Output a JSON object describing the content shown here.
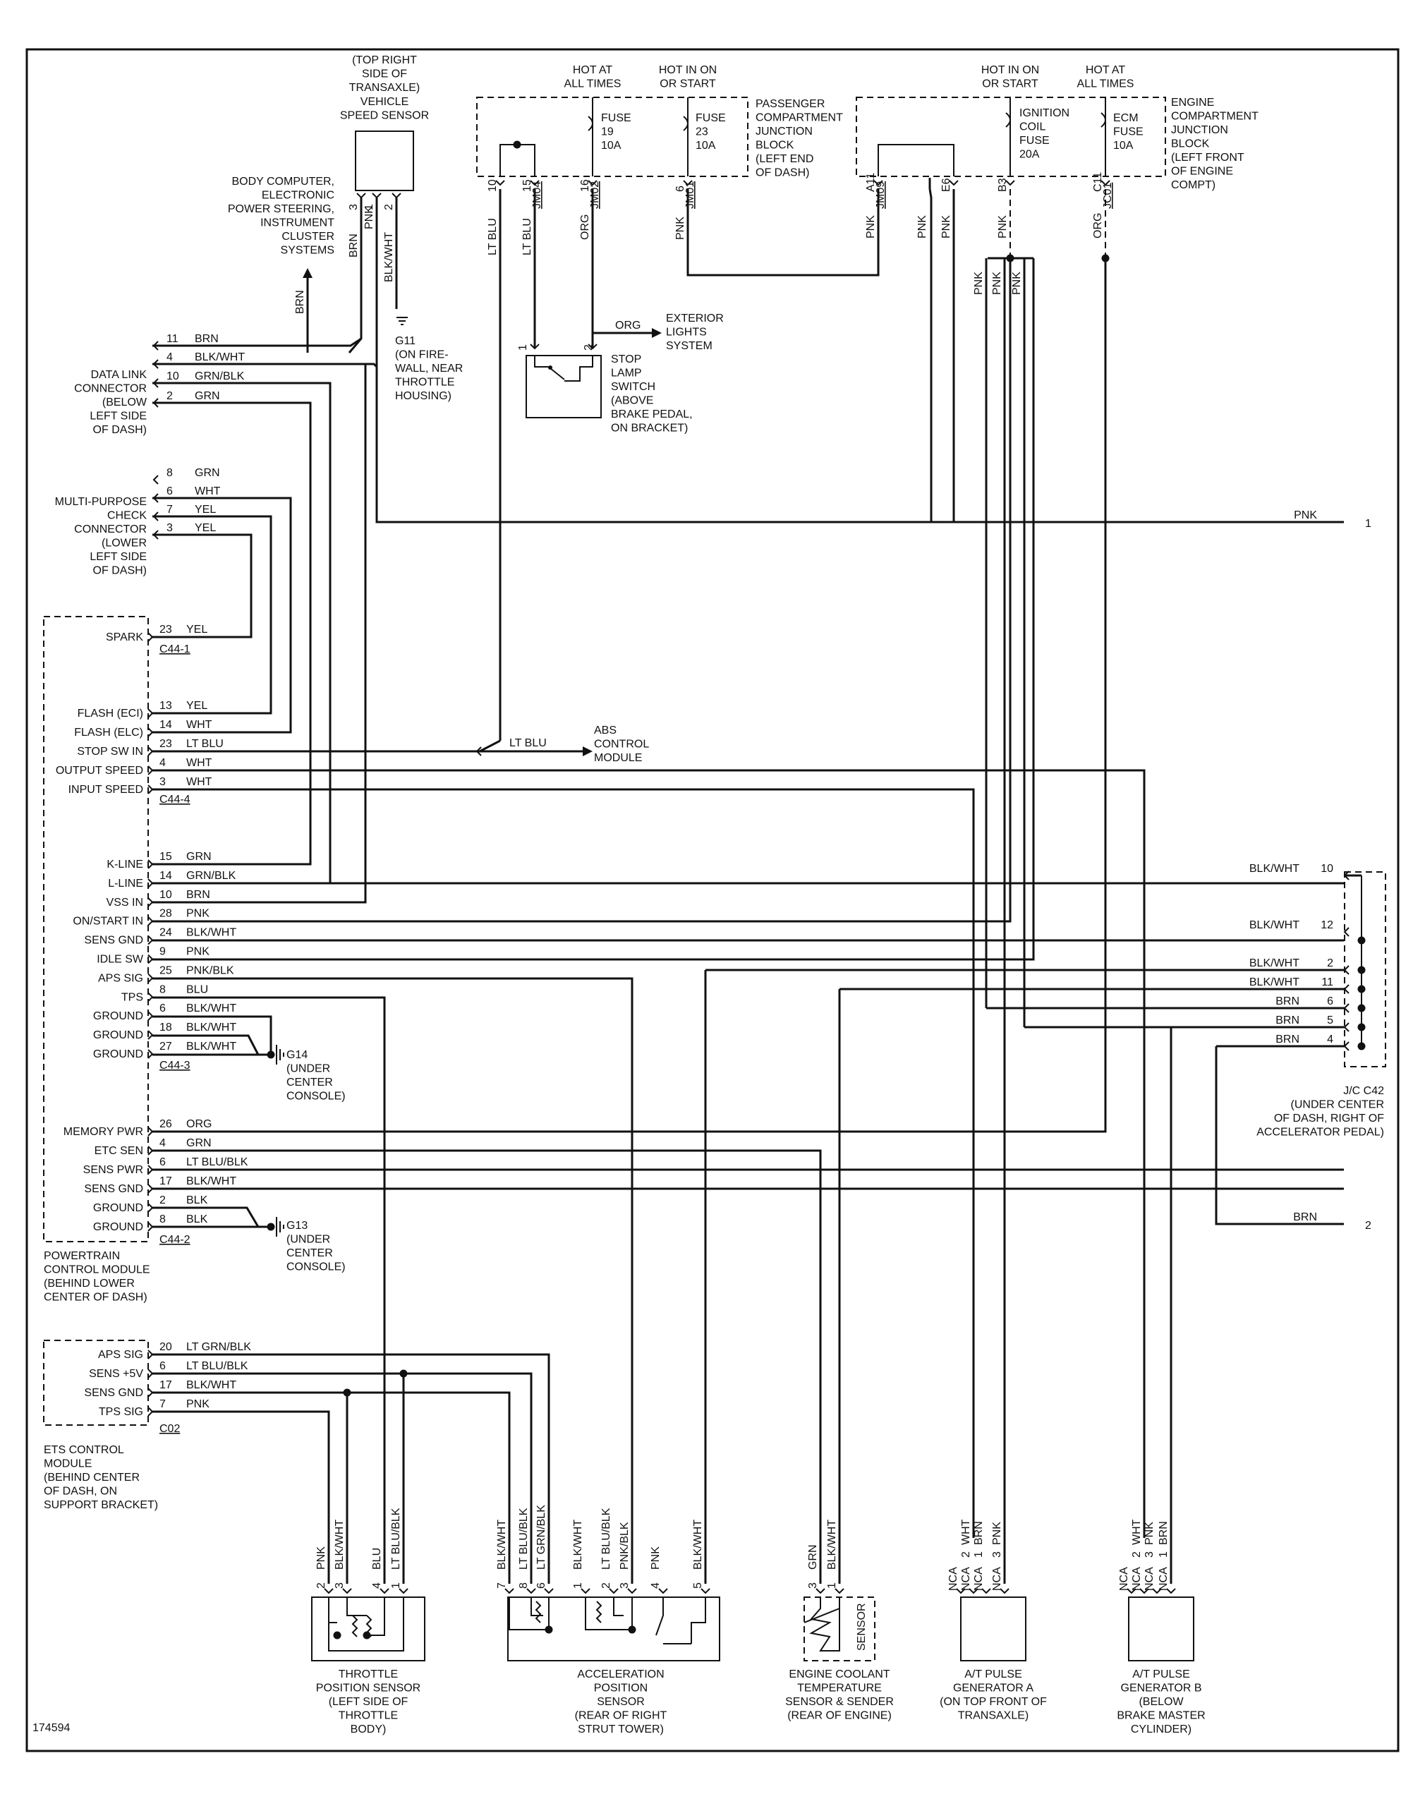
{
  "figure_id": "174594",
  "sensor": {
    "location": [
      "(TOP RIGHT",
      "SIDE OF",
      "TRANSAXLE)"
    ],
    "name": [
      "VEHICLE",
      "SPEED SENSOR"
    ],
    "pins": [
      "3",
      "1",
      "2"
    ],
    "wires": [
      "BRN",
      "PNK",
      "BLK/WHT"
    ]
  },
  "body_computer": [
    "BODY COMPUTER,",
    "ELECTRONIC",
    "POWER STEERING,",
    "INSTRUMENT",
    "CLUSTER",
    "SYSTEMS"
  ],
  "g11": [
    "G11",
    "(ON FIRE-",
    "WALL, NEAR",
    "THROTTLE",
    "HOUSING)"
  ],
  "pass_jb": {
    "hot1": [
      "HOT AT",
      "ALL TIMES"
    ],
    "hot2": [
      "HOT IN ON",
      "OR START"
    ],
    "fuse1": [
      "FUSE",
      "19",
      "10A"
    ],
    "fuse2": [
      "FUSE",
      "23",
      "10A"
    ],
    "label": [
      "PASSENGER",
      "COMPARTMENT",
      "JUNCTION",
      "BLOCK",
      "(LEFT END",
      "OF DASH)"
    ],
    "pins": [
      "10",
      "15",
      "16",
      "6"
    ],
    "conns": [
      "JM04",
      "JM02",
      "JM01"
    ],
    "wires": [
      "LT BLU",
      "LT BLU",
      "ORG",
      "PNK"
    ]
  },
  "eng_jb": {
    "hot1": [
      "HOT IN ON",
      "OR START"
    ],
    "hot2": [
      "HOT AT",
      "ALL TIMES"
    ],
    "fuse1": [
      "IGNITION",
      "COIL",
      "FUSE",
      "20A"
    ],
    "fuse2": [
      "ECM",
      "FUSE",
      "10A"
    ],
    "label": [
      "ENGINE",
      "COMPARTMENT",
      "JUNCTION",
      "BLOCK",
      "(LEFT FRONT",
      "OF ENGINE",
      "COMPT)"
    ],
    "pins": [
      "A11",
      "E6",
      "B3",
      "C11"
    ],
    "conns": [
      "JM09",
      "JC01"
    ],
    "wires": [
      "PNK",
      "PNK",
      "PNK",
      "PNK",
      "ORG"
    ],
    "branch_wires": [
      "PNK",
      "PNK",
      "PNK"
    ]
  },
  "stop_lamp": {
    "pins": [
      "1",
      "2"
    ],
    "label": [
      "STOP",
      "LAMP",
      "SWITCH",
      "(ABOVE",
      "BRAKE PEDAL,",
      "ON BRACKET)"
    ],
    "ext_wire": "ORG",
    "ext": [
      "EXTERIOR",
      "LIGHTS",
      "SYSTEM"
    ]
  },
  "dlc": {
    "label": [
      "DATA LINK",
      "CONNECTOR",
      "(BELOW",
      "LEFT SIDE",
      "OF DASH)"
    ],
    "pins": [
      {
        "pin": "11",
        "wire": "BRN"
      },
      {
        "pin": "4",
        "wire": "BLK/WHT"
      },
      {
        "pin": "10",
        "wire": "GRN/BLK"
      },
      {
        "pin": "2",
        "wire": "GRN"
      }
    ]
  },
  "mpcc": {
    "label": [
      "MULTI-PURPOSE",
      "CHECK",
      "CONNECTOR",
      "(LOWER",
      "LEFT SIDE",
      "OF DASH)"
    ],
    "pins": [
      {
        "pin": "8",
        "wire": "GRN"
      },
      {
        "pin": "6",
        "wire": "WHT"
      },
      {
        "pin": "7",
        "wire": "YEL"
      },
      {
        "pin": "3",
        "wire": "YEL"
      }
    ]
  },
  "pcm": {
    "label": [
      "POWERTRAIN",
      "CONTROL MODULE",
      "(BEHIND LOWER",
      "CENTER OF DASH)"
    ],
    "c441": {
      "name": "C44-1",
      "pins": [
        {
          "sig": "SPARK",
          "pin": "23",
          "wire": "YEL"
        }
      ]
    },
    "c444": {
      "name": "C44-4",
      "pins": [
        {
          "sig": "FLASH (ECI)",
          "pin": "13",
          "wire": "YEL"
        },
        {
          "sig": "FLASH (ELC)",
          "pin": "14",
          "wire": "WHT"
        },
        {
          "sig": "STOP SW IN",
          "pin": "23",
          "wire": "LT BLU"
        },
        {
          "sig": "OUTPUT SPEED",
          "pin": "4",
          "wire": "WHT"
        },
        {
          "sig": "INPUT SPEED",
          "pin": "3",
          "wire": "WHT"
        }
      ]
    },
    "c443": {
      "name": "C44-3",
      "pins": [
        {
          "sig": "K-LINE",
          "pin": "15",
          "wire": "GRN"
        },
        {
          "sig": "L-LINE",
          "pin": "14",
          "wire": "GRN/BLK"
        },
        {
          "sig": "VSS IN",
          "pin": "10",
          "wire": "BRN"
        },
        {
          "sig": "ON/START IN",
          "pin": "28",
          "wire": "PNK"
        },
        {
          "sig": "SENS GND",
          "pin": "24",
          "wire": "BLK/WHT"
        },
        {
          "sig": "IDLE SW",
          "pin": "9",
          "wire": "PNK"
        },
        {
          "sig": "APS SIG",
          "pin": "25",
          "wire": "PNK/BLK"
        },
        {
          "sig": "TPS",
          "pin": "8",
          "wire": "BLU"
        },
        {
          "sig": "GROUND",
          "pin": "6",
          "wire": "BLK/WHT"
        },
        {
          "sig": "GROUND",
          "pin": "18",
          "wire": "BLK/WHT"
        },
        {
          "sig": "GROUND",
          "pin": "27",
          "wire": "BLK/WHT"
        }
      ]
    },
    "c442": {
      "name": "C44-2",
      "pins": [
        {
          "sig": "MEMORY PWR",
          "pin": "26",
          "wire": "ORG"
        },
        {
          "sig": "ETC SEN",
          "pin": "4",
          "wire": "GRN"
        },
        {
          "sig": "SENS PWR",
          "pin": "6",
          "wire": "LT BLU/BLK"
        },
        {
          "sig": "SENS GND",
          "pin": "17",
          "wire": "BLK/WHT"
        },
        {
          "sig": "GROUND",
          "pin": "2",
          "wire": "BLK"
        },
        {
          "sig": "GROUND",
          "pin": "8",
          "wire": "BLK"
        }
      ]
    }
  },
  "g14": [
    "G14",
    "(UNDER",
    "CENTER",
    "CONSOLE)"
  ],
  "g13": [
    "G13",
    "(UNDER",
    "CENTER",
    "CONSOLE)"
  ],
  "abs": {
    "wire": "LT BLU",
    "label": [
      "ABS",
      "CONTROL",
      "MODULE"
    ]
  },
  "ets": {
    "label": [
      "ETS CONTROL",
      "MODULE",
      "(BEHIND CENTER",
      "OF DASH, ON",
      "SUPPORT BRACKET)"
    ],
    "conn": "C02",
    "pins": [
      {
        "sig": "APS SIG",
        "pin": "20",
        "wire": "LT GRN/BLK"
      },
      {
        "sig": "SENS +5V",
        "pin": "6",
        "wire": "LT BLU/BLK"
      },
      {
        "sig": "SENS GND",
        "pin": "17",
        "wire": "BLK/WHT"
      },
      {
        "sig": "TPS SIG",
        "pin": "7",
        "wire": "PNK"
      }
    ]
  },
  "jc42": {
    "label": [
      "J/C C42",
      "(UNDER CENTER",
      "OF DASH, RIGHT OF",
      "ACCELERATOR PEDAL)"
    ],
    "pins": [
      {
        "pin": "10",
        "wire": "BLK/WHT"
      },
      {
        "pin": "12",
        "wire": "BLK/WHT"
      },
      {
        "pin": "2",
        "wire": "BLK/WHT"
      },
      {
        "pin": "11",
        "wire": "BLK/WHT"
      },
      {
        "pin": "6",
        "wire": "BRN"
      },
      {
        "pin": "5",
        "wire": "BRN"
      },
      {
        "pin": "4",
        "wire": "BRN"
      }
    ]
  },
  "offpage": [
    {
      "wire": "PNK",
      "num": "1"
    },
    {
      "wire": "BRN",
      "num": "2"
    }
  ],
  "bottom": {
    "tps": {
      "pins": [
        {
          "pin": "2",
          "wire": "PNK"
        },
        {
          "pin": "3",
          "wire": "BLK/WHT"
        },
        {
          "pin": "4",
          "wire": "BLU"
        },
        {
          "pin": "1",
          "wire": "LT BLU/BLK"
        }
      ],
      "label": [
        "THROTTLE",
        "POSITION SENSOR",
        "(LEFT SIDE OF",
        "THROTTLE",
        "BODY)"
      ]
    },
    "aps": {
      "pins": [
        {
          "pin": "7",
          "wire": "BLK/WHT"
        },
        {
          "pin": "8",
          "wire": "LT BLU/BLK"
        },
        {
          "pin": "6",
          "wire": "LT GRN/BLK"
        },
        {
          "pin": "1",
          "wire": "BLK/WHT"
        },
        {
          "pin": "2",
          "wire": "LT BLU/BLK"
        },
        {
          "pin": "3",
          "wire": "PNK/BLK"
        },
        {
          "pin": "4",
          "wire": "PNK"
        },
        {
          "pin": "5",
          "wire": "BLK/WHT"
        }
      ],
      "label": [
        "ACCELERATION",
        "POSITION",
        "SENSOR",
        "(REAR OF RIGHT",
        "STRUT TOWER)"
      ]
    },
    "ect": {
      "pins": [
        {
          "pin": "3",
          "wire": "GRN"
        },
        {
          "pin": "1",
          "wire": "BLK/WHT"
        }
      ],
      "sensor": "SENSOR",
      "label": [
        "ENGINE COOLANT",
        "TEMPERATURE",
        "SENSOR & SENDER",
        "(REAR OF ENGINE)"
      ]
    },
    "pga": {
      "pins": [
        {
          "pin": "2",
          "wire": "WHT"
        },
        {
          "pin": "1",
          "wire": "BRN"
        },
        {
          "pin": "3",
          "wire": "PNK"
        }
      ],
      "nca": [
        "NCA",
        "NCA",
        "NCA",
        "NCA"
      ],
      "label": [
        "A/T PULSE",
        "GENERATOR A",
        "(ON TOP FRONT OF",
        "TRANSAXLE)"
      ]
    },
    "pgb": {
      "pins": [
        {
          "pin": "2",
          "wire": "WHT"
        },
        {
          "pin": "3",
          "wire": "PNK"
        },
        {
          "pin": "1",
          "wire": "BRN"
        }
      ],
      "nca": [
        "NCA",
        "NCA",
        "NCA",
        "NCA"
      ],
      "label": [
        "A/T PULSE",
        "GENERATOR B",
        "(BELOW",
        "BRAKE MASTER",
        "CYLINDER)"
      ]
    }
  }
}
